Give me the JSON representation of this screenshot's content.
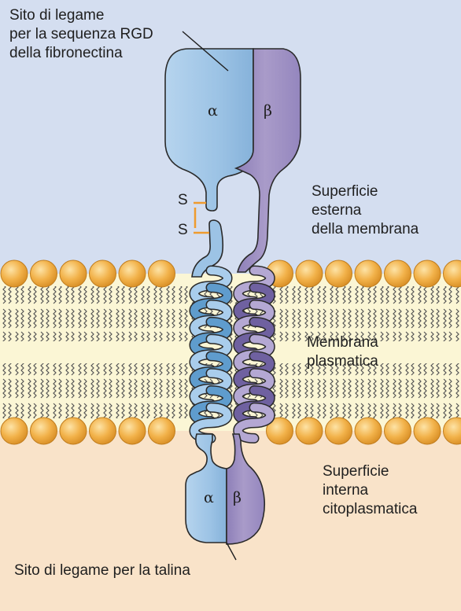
{
  "labels": {
    "rgd_site": [
      "Sito di legame",
      "per la sequenza RGD",
      "della fibronectina"
    ],
    "outer_surface": [
      "Superficie",
      "esterna",
      "della membrana"
    ],
    "plasma_membrane": [
      "Membrana",
      "plasmatica"
    ],
    "inner_surface": [
      "Superficie",
      "interna",
      "citoplasmatica"
    ],
    "talin_site": "Sito di legame per la talina"
  },
  "subunits": {
    "alpha_top": "α",
    "beta_top": "β",
    "alpha_bottom": "α",
    "beta_bottom": "β"
  },
  "disulfide": [
    "S",
    "S"
  ],
  "colors": {
    "extracellular_bg": "#d4def0",
    "cytoplasm_bg": "#f9e3c9",
    "membrane_core": "#fbf6d5",
    "phospholipid_head": "#f2b24a",
    "alpha_subunit": "#9cc3e5",
    "beta_subunit": "#a99bc9",
    "disulfide_bond": "#ef9b2e"
  }
}
